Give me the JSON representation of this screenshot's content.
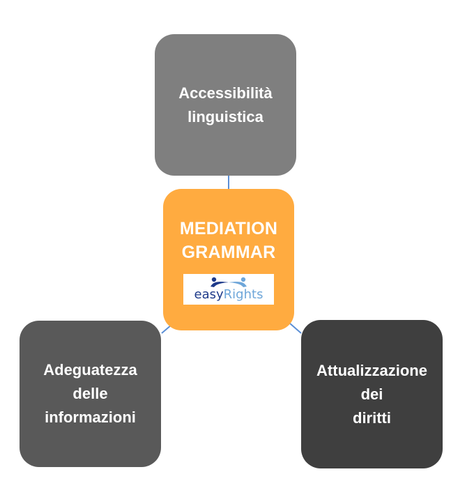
{
  "colors": {
    "connector": "#5b8fd6",
    "top_node": "#7f7f7f",
    "left_node": "#595959",
    "right_node": "#3f3f3f",
    "center_node": "#ffab40",
    "logo_dark": "#1e3a8a",
    "logo_light": "#6ea6d9"
  },
  "center": {
    "lines": [
      "MEDIATION",
      "GRAMMAR"
    ],
    "logo": {
      "part1": "easy",
      "part2": "Rights",
      "icon": "two-figures-logo-icon"
    }
  },
  "top": {
    "lines": [
      "Accessibilità",
      "linguistica"
    ]
  },
  "left": {
    "lines": [
      "Adeguatezza",
      "delle",
      "informazioni"
    ]
  },
  "right": {
    "lines": [
      "Attualizzazione",
      "dei",
      "diritti"
    ]
  }
}
